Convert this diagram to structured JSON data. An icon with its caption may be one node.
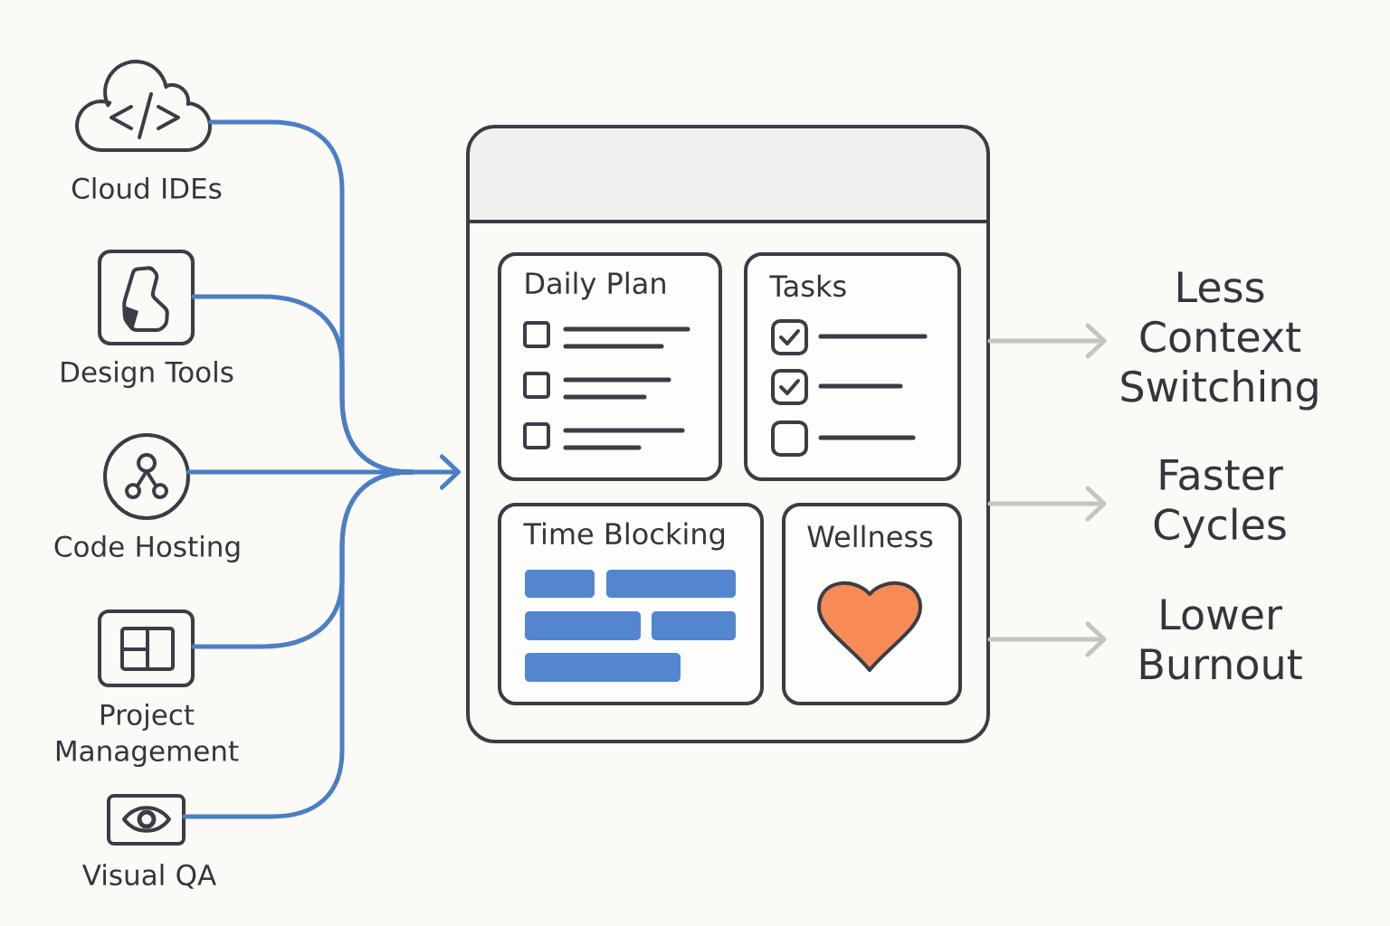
{
  "diagram": {
    "nodes": [
      {
        "text": [
          "Cloud IDEs"
        ]
      },
      {
        "text": [
          "Design Tools"
        ]
      },
      {
        "text": [
          "Code Hosting"
        ]
      },
      {
        "text": [
          "Project Management"
        ]
      },
      {
        "text": [
          "Visual QA"
        ]
      },
      {
        "text": [],
        "shape": "box"
      },
      {
        "text": [
          "Daily Plan"
        ],
        "in": 5
      },
      {
        "text": [
          "Tasks"
        ],
        "in": 5
      },
      {
        "text": [
          "Time Blocking"
        ],
        "in": 5
      },
      {
        "text": [
          "Wellness"
        ],
        "in": 5
      },
      {
        "text": [
          "Less Context Switching"
        ]
      },
      {
        "text": [
          "Faster Cycles"
        ]
      },
      {
        "text": [
          "Lower Burnout"
        ]
      }
    ],
    "edges": [
      {
        "from": 0,
        "to": 5,
        "arrow": "to"
      },
      {
        "from": 1,
        "to": 5,
        "arrow": "to"
      },
      {
        "from": 2,
        "to": 5,
        "arrow": "to"
      },
      {
        "from": 3,
        "to": 5,
        "arrow": "to"
      },
      {
        "from": 4,
        "to": 5,
        "arrow": "to"
      },
      {
        "from": 5,
        "to": 10,
        "arrow": "to",
        "color": "#c4c4c0"
      },
      {
        "from": 5,
        "to": 11,
        "arrow": "to",
        "color": "#c4c4c0"
      },
      {
        "from": 5,
        "to": 12,
        "arrow": "to",
        "color": "#c4c4c0"
      }
    ]
  }
}
